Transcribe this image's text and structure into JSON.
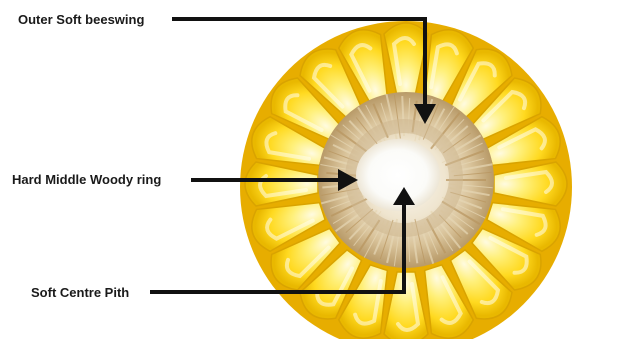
{
  "labels": {
    "outer": "Outer Soft beeswing",
    "middle": "Hard Middle Woody ring",
    "pith": "Soft Centre Pith"
  },
  "colors": {
    "kernel_light": "#fff6a8",
    "kernel_mid": "#ffe035",
    "kernel_dark": "#e2b100",
    "beeswing": "#e8dcc2",
    "woody_ring": "#c9b48c",
    "pith": "#ffffff",
    "arrow": "#111111",
    "label_text": "#1a1a1a"
  }
}
